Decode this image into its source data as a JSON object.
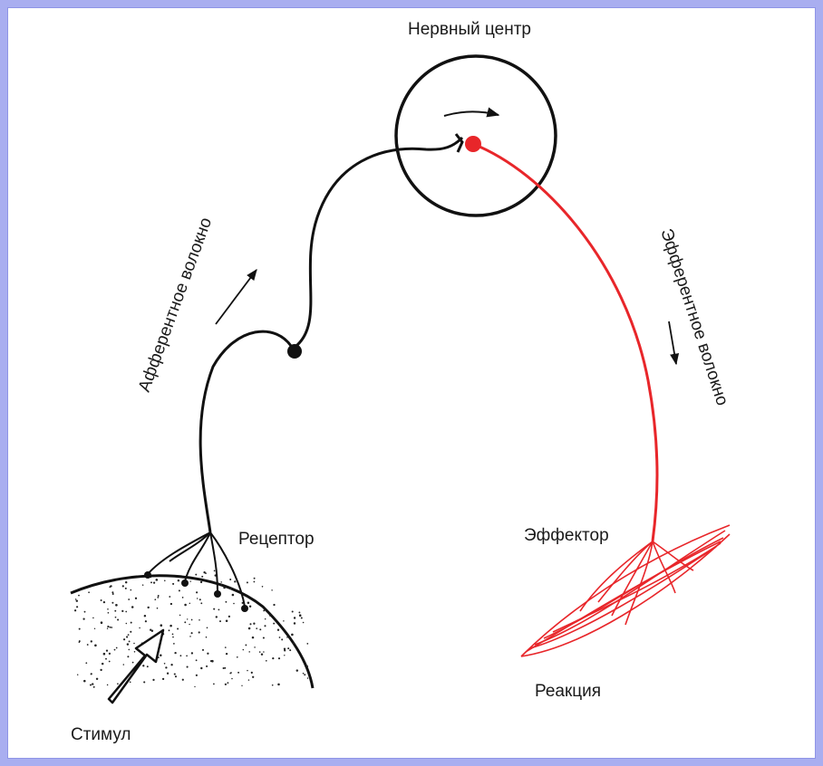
{
  "labels": {
    "nerve_center": "Нервный центр",
    "afferent_fiber": "Афферентное волокно",
    "efferent_fiber": "Эфферентное волокно",
    "receptor": "Рецептор",
    "effector": "Эффектор",
    "reaction": "Реакция",
    "stimulus": "Стимул"
  },
  "colors": {
    "frame": "#a9aef0",
    "afferent": "#111111",
    "efferent": "#e8262a",
    "muscle": "#e8262a"
  }
}
